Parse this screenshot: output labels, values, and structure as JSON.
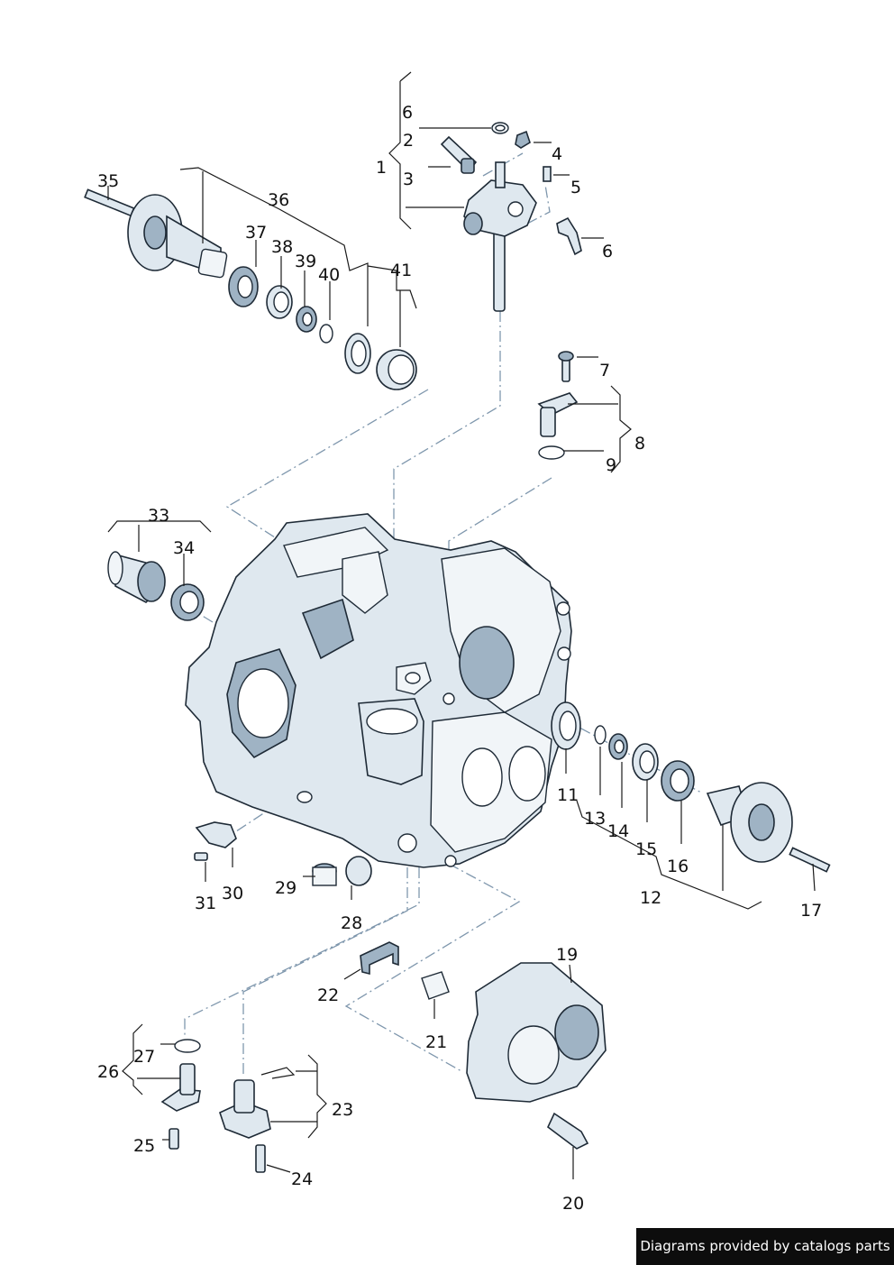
{
  "colors": {
    "part_fill": "#dfe8ef",
    "part_shade": "#9fb3c4",
    "outline": "#1e2a36",
    "dash_line": "#7f97ad",
    "label": "#111111",
    "credit_bg": "#0d0d0d",
    "credit_text": "#ffffff"
  },
  "callouts": [
    {
      "id": "1",
      "text": "1"
    },
    {
      "id": "2",
      "text": "2"
    },
    {
      "id": "3",
      "text": "3"
    },
    {
      "id": "4",
      "text": "4"
    },
    {
      "id": "5",
      "text": "5"
    },
    {
      "id": "6a",
      "text": "6"
    },
    {
      "id": "6b",
      "text": "6"
    },
    {
      "id": "7",
      "text": "7"
    },
    {
      "id": "8",
      "text": "8"
    },
    {
      "id": "9",
      "text": "9"
    },
    {
      "id": "11",
      "text": "11"
    },
    {
      "id": "12",
      "text": "12"
    },
    {
      "id": "13",
      "text": "13"
    },
    {
      "id": "14",
      "text": "14"
    },
    {
      "id": "15",
      "text": "15"
    },
    {
      "id": "16",
      "text": "16"
    },
    {
      "id": "17",
      "text": "17"
    },
    {
      "id": "19",
      "text": "19"
    },
    {
      "id": "20",
      "text": "20"
    },
    {
      "id": "21",
      "text": "21"
    },
    {
      "id": "22",
      "text": "22"
    },
    {
      "id": "23",
      "text": "23"
    },
    {
      "id": "24",
      "text": "24"
    },
    {
      "id": "25",
      "text": "25"
    },
    {
      "id": "26",
      "text": "26"
    },
    {
      "id": "27",
      "text": "27"
    },
    {
      "id": "28",
      "text": "28"
    },
    {
      "id": "29",
      "text": "29"
    },
    {
      "id": "30",
      "text": "30"
    },
    {
      "id": "31",
      "text": "31"
    },
    {
      "id": "33",
      "text": "33"
    },
    {
      "id": "34",
      "text": "34"
    },
    {
      "id": "35",
      "text": "35"
    },
    {
      "id": "36",
      "text": "36"
    },
    {
      "id": "37",
      "text": "37"
    },
    {
      "id": "38",
      "text": "38"
    },
    {
      "id": "39",
      "text": "39"
    },
    {
      "id": "40",
      "text": "40"
    },
    {
      "id": "41",
      "text": "41"
    }
  ],
  "credit": {
    "text": "Diagrams provided by catalogs parts"
  }
}
